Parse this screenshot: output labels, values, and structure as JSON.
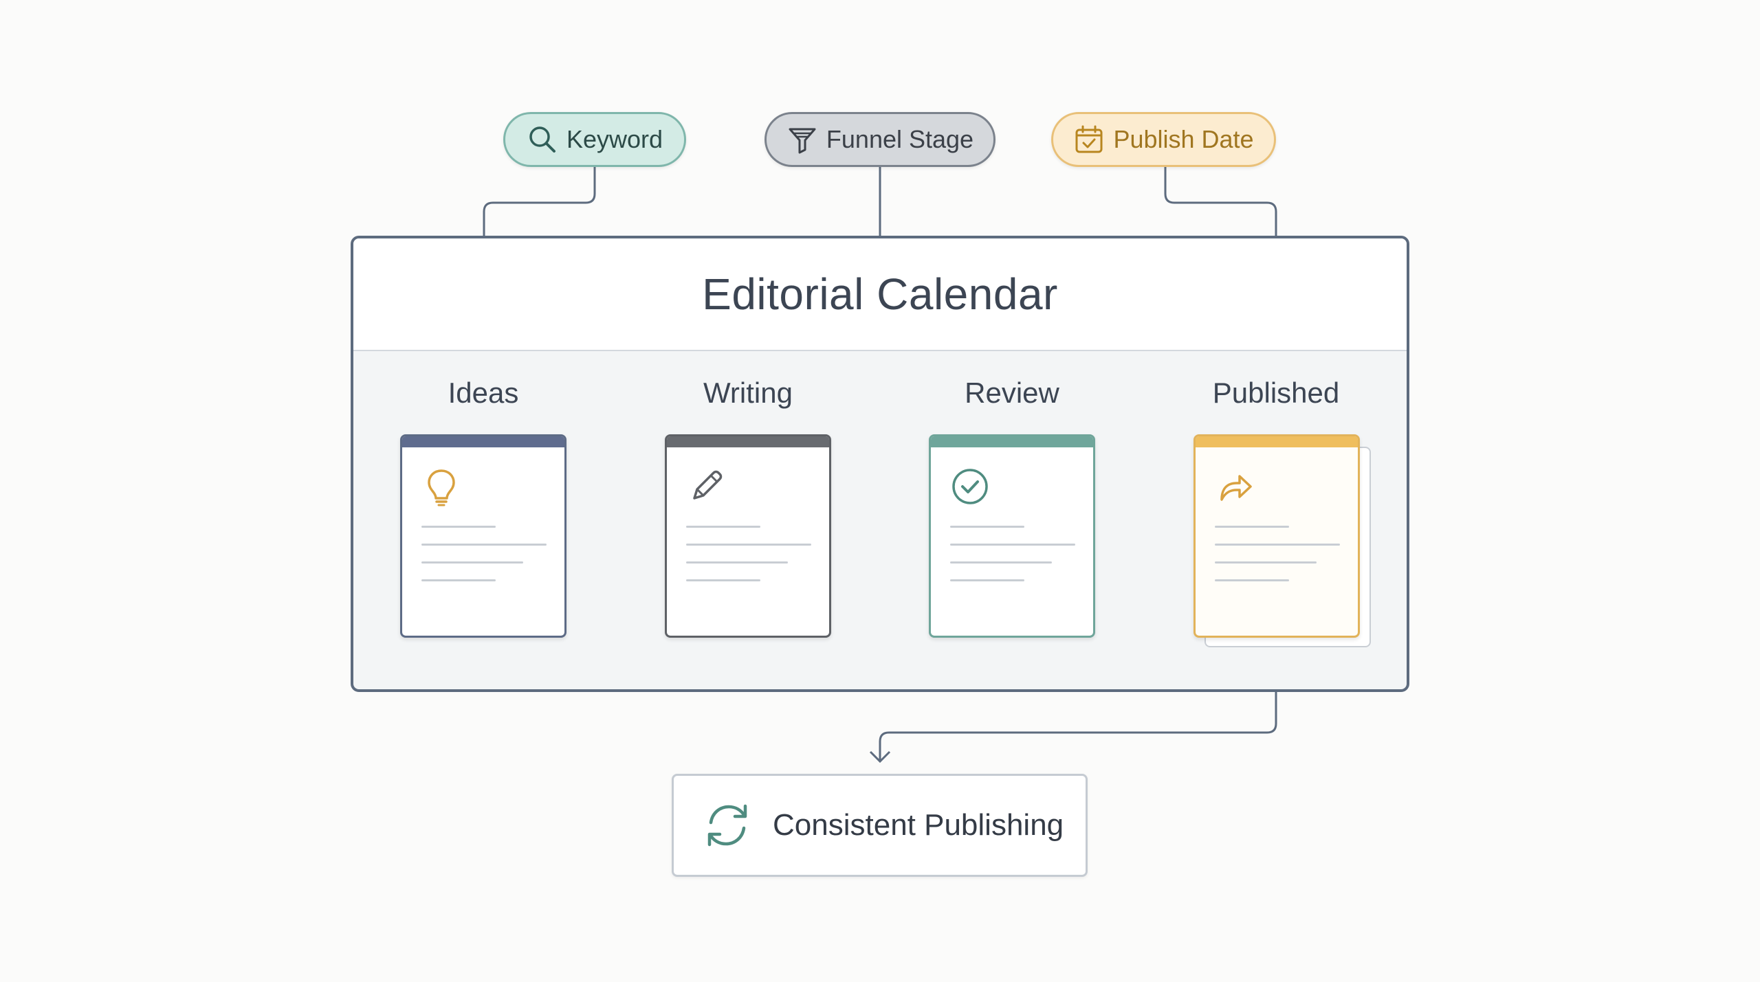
{
  "filters": {
    "keyword": {
      "label": "Keyword",
      "icon": "search-icon"
    },
    "funnel": {
      "label": "Funnel Stage",
      "icon": "funnel-icon"
    },
    "publish_date": {
      "label": "Publish Date",
      "icon": "calendar-icon"
    }
  },
  "calendar": {
    "title": "Editorial Calendar",
    "columns": [
      {
        "label": "Ideas",
        "icon": "lightbulb-icon",
        "color": "#5f6c8e"
      },
      {
        "label": "Writing",
        "icon": "pencil-icon",
        "color": "#686b70"
      },
      {
        "label": "Review",
        "icon": "check-circle-icon",
        "color": "#6fa69b"
      },
      {
        "label": "Published",
        "icon": "share-arrow-icon",
        "color": "#efbe5e"
      }
    ]
  },
  "result": {
    "label": "Consistent Publishing",
    "icon": "refresh-cycle-icon"
  },
  "colors": {
    "teal": "#6fa69b",
    "slate": "#5d6b7e",
    "gold": "#e2b35a"
  }
}
